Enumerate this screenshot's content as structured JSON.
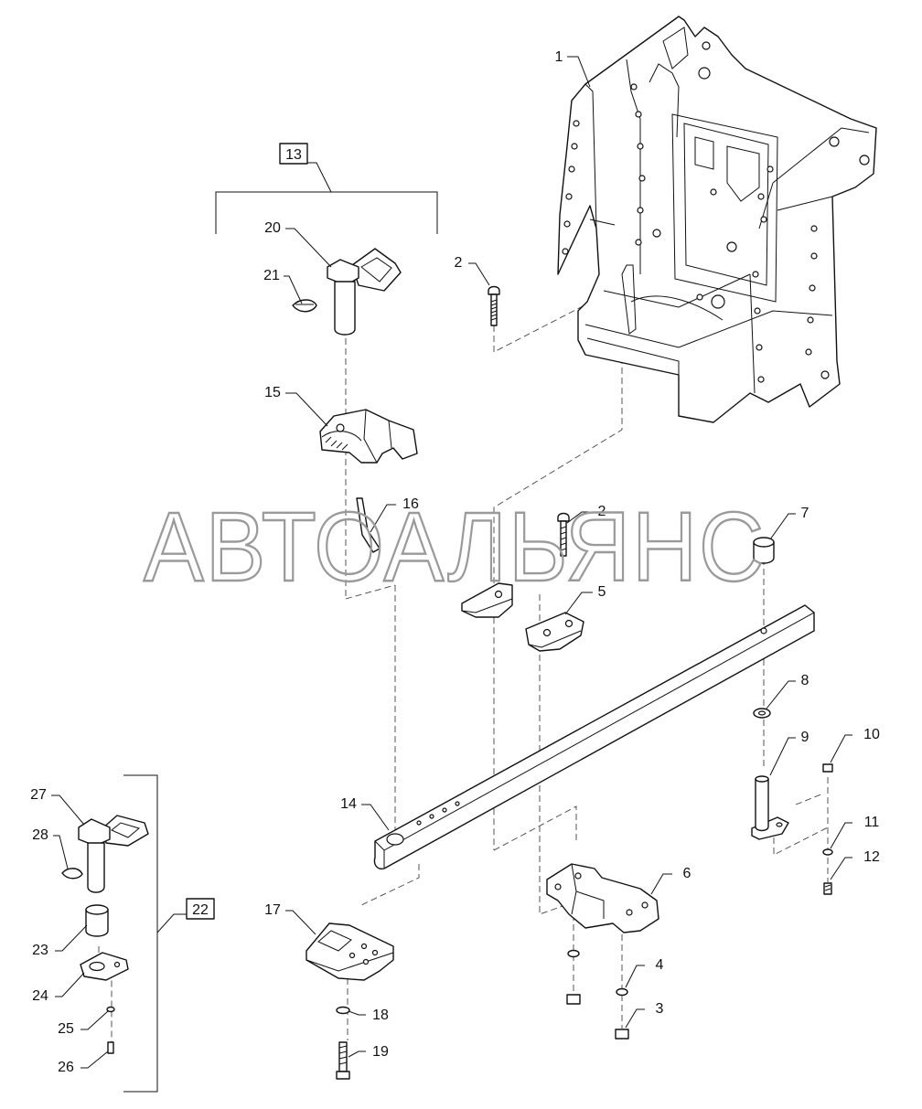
{
  "watermark": "АВТОАЛЬЯНС",
  "labels": {
    "p1": "1",
    "p2a": "2",
    "p2b": "2",
    "p3": "3",
    "p4": "4",
    "p5": "5",
    "p6": "6",
    "p7": "7",
    "p8": "8",
    "p9": "9",
    "p10": "10",
    "p11": "11",
    "p12": "12",
    "p13": "13",
    "p14": "14",
    "p15": "15",
    "p16": "16",
    "p17": "17",
    "p18": "18",
    "p19": "19",
    "p20": "20",
    "p21": "21",
    "p22": "22",
    "p23": "23",
    "p24": "24",
    "p25": "25",
    "p26": "26",
    "p27": "27",
    "p28": "28"
  }
}
